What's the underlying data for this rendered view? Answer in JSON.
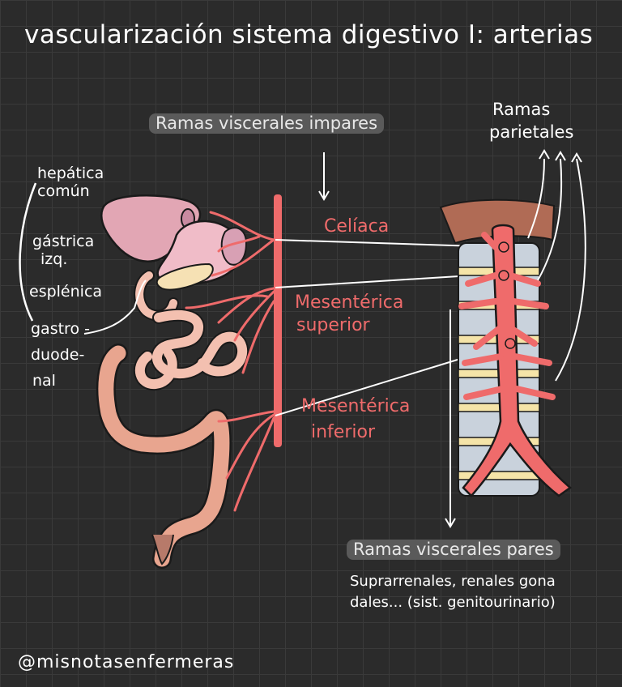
{
  "title": "vascularización sistema digestivo I: arterias",
  "labels": {
    "ramas_viscerales_impares": "Ramas viscerales impares",
    "ramas_parietales_1": "Ramas",
    "ramas_parietales_2": "parietales",
    "celiaca": "Celíaca",
    "mesenterica_superior_1": "Mesentérica",
    "mesenterica_superior_2": "superior",
    "mesenterica_inferior_1": "Mesentérica",
    "mesenterica_inferior_2": "inferior",
    "ramas_viscerales_pares": "Ramas viscerales pares",
    "pares_desc_1": "Suprarrenales, renales gona",
    "pares_desc_2": "dales... (sist. genitourinario)"
  },
  "celiac_branches": {
    "hepatica_1": "hepática",
    "hepatica_2": "común",
    "gastrica_1": "gástrica",
    "gastrica_2": "izq.",
    "esplenica": "esplénica",
    "gastro_1": "gastro -",
    "gastro_2": "duode-",
    "gastro_3": "nal"
  },
  "author": "@misnotasenfermeras",
  "colors": {
    "background": "#2b2b2b",
    "grid": "#3a3a3a",
    "artery": "#ef6b6b",
    "liver": "#e2a6b4",
    "stomach": "#f0bcc8",
    "intestine": "#f3c0b0",
    "colon": "#e8a58f",
    "rectum": "#b77a6a",
    "diaphragm": "#b06b55",
    "vertebra": "#c9d2dc",
    "disc": "#f5e4a8"
  }
}
